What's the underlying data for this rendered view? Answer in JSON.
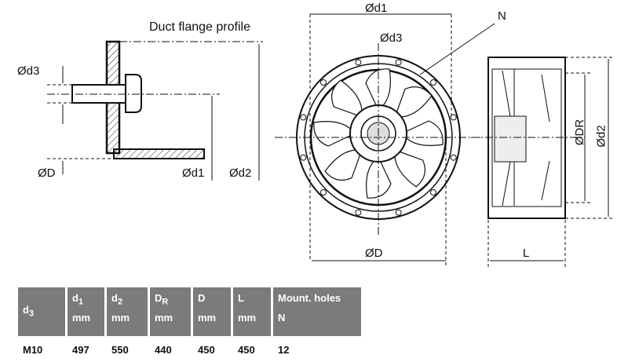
{
  "drawing": {
    "title": "Duct flange profile",
    "labels": {
      "d3": "Ød3",
      "D": "ØD",
      "d1": "Ød1",
      "d2": "Ød2",
      "N": "N",
      "DR": "ØDR",
      "L": "L"
    }
  },
  "table": {
    "headers": [
      {
        "sym": "d",
        "sub": "3",
        "unit": ""
      },
      {
        "sym": "d",
        "sub": "1",
        "unit": "mm"
      },
      {
        "sym": "d",
        "sub": "2",
        "unit": "mm"
      },
      {
        "sym": "D",
        "sub": "R",
        "unit": "mm"
      },
      {
        "sym": "D",
        "sub": "",
        "unit": "mm"
      },
      {
        "sym": "L",
        "sub": "",
        "unit": "mm"
      },
      {
        "sym": "Mount. holes",
        "sub": "",
        "unit": "N"
      }
    ],
    "rows": [
      [
        "M10",
        "497",
        "550",
        "440",
        "450",
        "450",
        "12"
      ]
    ]
  }
}
